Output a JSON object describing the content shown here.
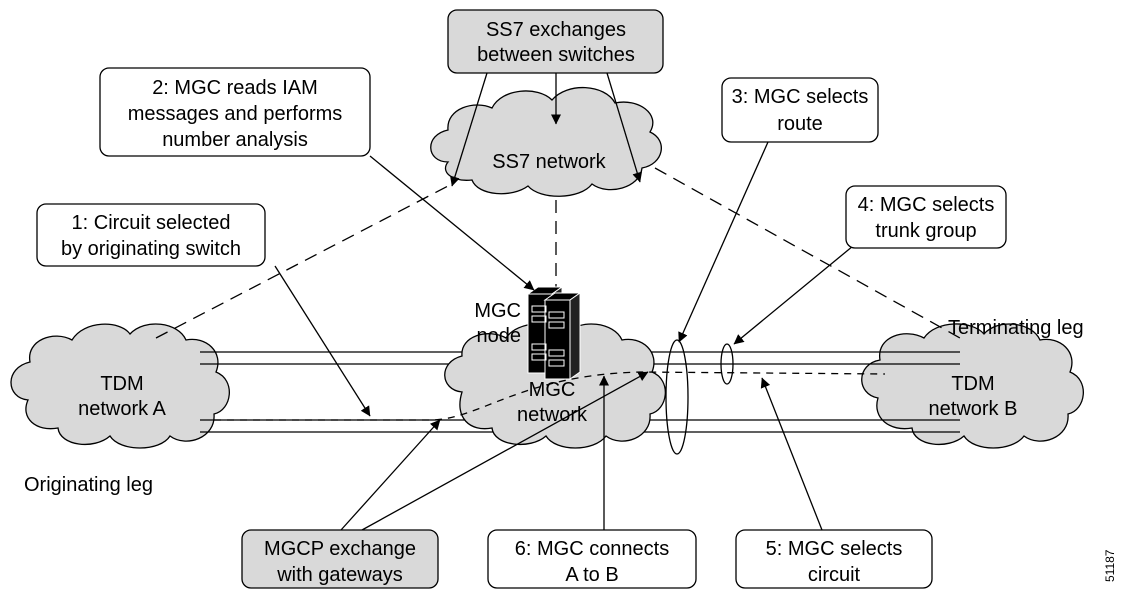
{
  "clouds": {
    "ss7": {
      "lines": [
        "SS7 network"
      ]
    },
    "tdm_a": {
      "lines": [
        "TDM",
        "network A"
      ]
    },
    "mgc": {
      "lines": [
        "MGC",
        "network"
      ]
    },
    "tdm_b": {
      "lines": [
        "TDM",
        "network B"
      ]
    }
  },
  "callouts": {
    "ss7_exchanges": {
      "lines": [
        "SS7 exchanges",
        "between switches"
      ],
      "shaded": true
    },
    "step2": {
      "lines": [
        "2: MGC reads IAM",
        "messages and performs",
        "number analysis"
      ],
      "shaded": false
    },
    "step3": {
      "lines": [
        "3: MGC selects",
        "route"
      ],
      "shaded": false
    },
    "step1": {
      "lines": [
        "1: Circuit selected",
        "by originating switch"
      ],
      "shaded": false
    },
    "step4": {
      "lines": [
        "4: MGC selects",
        "trunk group"
      ],
      "shaded": false
    },
    "mgcp": {
      "lines": [
        "MGCP exchange",
        "with gateways"
      ],
      "shaded": true
    },
    "step6": {
      "lines": [
        "6: MGC connects",
        "A to B"
      ],
      "shaded": false
    },
    "step5": {
      "lines": [
        "5: MGC selects",
        "circuit"
      ],
      "shaded": false
    }
  },
  "labels": {
    "mgc_node": [
      "MGC",
      "node"
    ],
    "terminating_leg": "Terminating leg",
    "originating_leg": "Originating leg",
    "figure_number": "51187"
  },
  "colors": {
    "shaded_box": "#d9d9d9",
    "stroke": "#000000",
    "background": "#ffffff"
  }
}
